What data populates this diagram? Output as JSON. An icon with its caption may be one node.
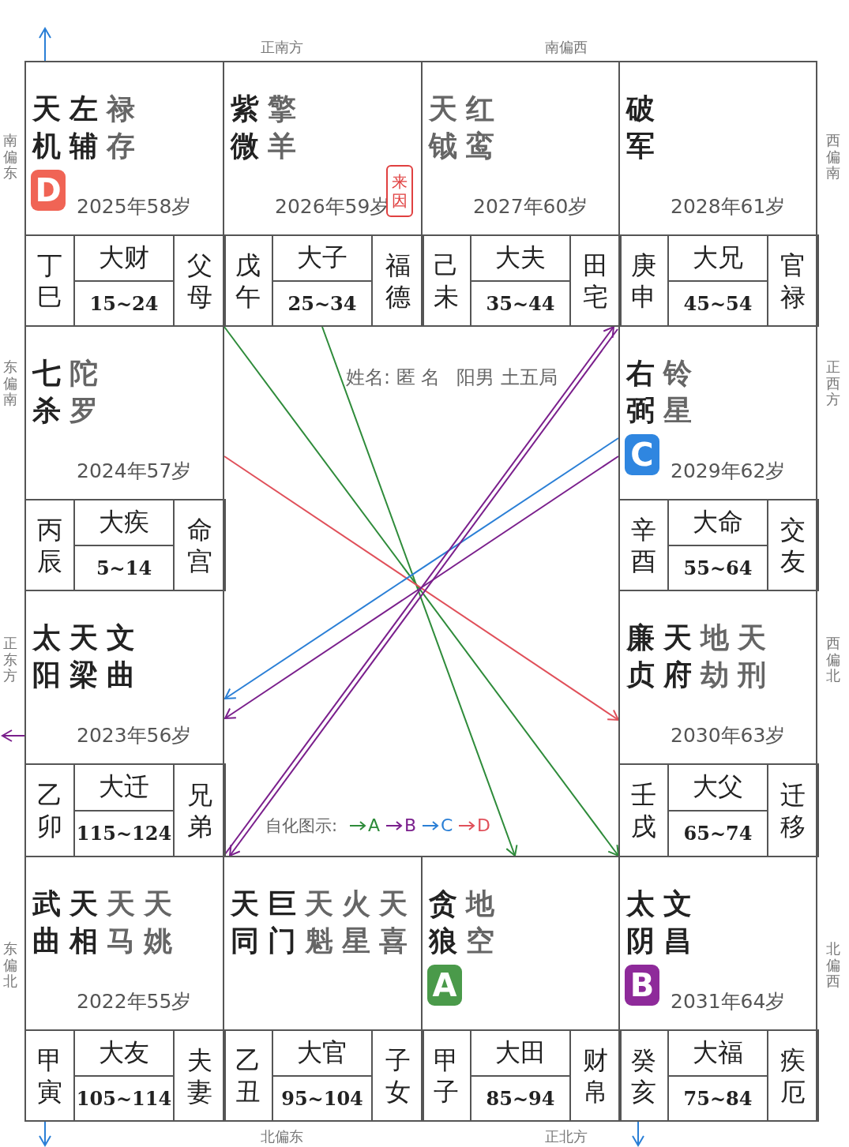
{
  "diagram": {
    "nodes": [
      {
        "text": [
          "天机",
          "左辅",
          "禄存",
          "2025年58岁",
          "丁巳",
          "大财",
          "15~24",
          "父母"
        ]
      },
      {
        "text": [
          "D"
        ],
        "in": 0
      },
      {
        "text": [
          "紫微",
          "擎羊",
          "2026年59岁",
          "戊午",
          "大子",
          "25~34",
          "福德"
        ]
      },
      {
        "text": [
          "来因"
        ],
        "in": 2
      },
      {
        "text": [
          "天钺",
          "红鸾",
          "2027年60岁",
          "己未",
          "大夫",
          "35~44",
          "田宅"
        ]
      },
      {
        "text": [
          "破军",
          "2028年61岁",
          "庚申",
          "大兄",
          "45~54",
          "官禄"
        ]
      },
      {
        "text": [
          "七杀",
          "陀罗",
          "2024年57岁",
          "丙辰",
          "大疾",
          "5~14",
          "命宫"
        ]
      },
      {
        "text": [
          "右弼",
          "铃星",
          "2029年62岁",
          "辛酉",
          "大命",
          "55~64",
          "交友"
        ]
      },
      {
        "text": [
          "C"
        ],
        "in": 7
      },
      {
        "text": [
          "太阳",
          "天梁",
          "文曲",
          "2023年56岁",
          "乙卯",
          "大迁",
          "115~124",
          "兄弟"
        ]
      },
      {
        "text": [
          "廉贞",
          "天府",
          "地劫",
          "天刑",
          "2030年63岁",
          "壬戌",
          "大父",
          "65~74",
          "迁移"
        ]
      },
      {
        "text": [
          "武曲",
          "天相",
          "天马",
          "天姚",
          "2022年55岁",
          "甲寅",
          "大友",
          "105~114",
          "夫妻"
        ]
      },
      {
        "text": [
          "天同",
          "巨门",
          "天魁",
          "火星",
          "天喜",
          "乙丑",
          "大官",
          "95~104",
          "子女"
        ]
      },
      {
        "text": [
          "贪狼",
          "地空",
          "甲子",
          "大田",
          "85~94",
          "财帛"
        ]
      },
      {
        "text": [
          "A"
        ],
        "in": 13
      },
      {
        "text": [
          "太阴",
          "文昌",
          "2031年64岁",
          "癸亥",
          "大福",
          "75~84",
          "疾厄"
        ]
      },
      {
        "text": [
          "B"
        ],
        "in": 15
      }
    ],
    "edges": [
      {
        "from": 0,
        "to": null,
        "arrow": "to",
        "color": "#2a7fd6"
      },
      {
        "from": 2,
        "to": 13,
        "arrow": "to",
        "color": "#2e8b3a"
      },
      {
        "from": 0,
        "to": 15,
        "arrow": "to",
        "color": "#2e8b3a"
      },
      {
        "from": 6,
        "to": 10,
        "arrow": "to",
        "color": "#e0505a"
      },
      {
        "from": 7,
        "to": 9,
        "arrow": "to",
        "color": "#2a7fd6"
      },
      {
        "from": 7,
        "to": 9,
        "arrow": "to",
        "color": "#7a1f8c"
      },
      {
        "from": 11,
        "to": 5,
        "arrow": "to",
        "color": "#7a1f8c"
      },
      {
        "from": 5,
        "to": 11,
        "arrow": "to",
        "color": "#7a1f8c"
      },
      {
        "from": 9,
        "to": null,
        "arrow": "to",
        "color": "#7a1f8c"
      },
      {
        "from": 11,
        "to": null,
        "arrow": "to",
        "color": "#2a7fd6"
      },
      {
        "from": 15,
        "to": null,
        "arrow": "to",
        "color": "#2a7fd6"
      }
    ],
    "labels": [
      "正南方",
      "南偏西",
      "南偏东",
      "西偏南",
      "东偏南",
      "正西方",
      "姓名: 匿 名",
      "阳男 土五局",
      "正东方",
      "西偏北",
      "自化图示:",
      "东偏北",
      "北偏西",
      "北偏东",
      "正北方"
    ],
    "legend": [
      {
        "text": "A",
        "color": "#2e8b3a"
      },
      {
        "text": "B",
        "color": "#7a1f8c"
      },
      {
        "text": "C",
        "color": "#2a7fd6"
      },
      {
        "text": "D",
        "color": "#e0505a"
      }
    ]
  }
}
